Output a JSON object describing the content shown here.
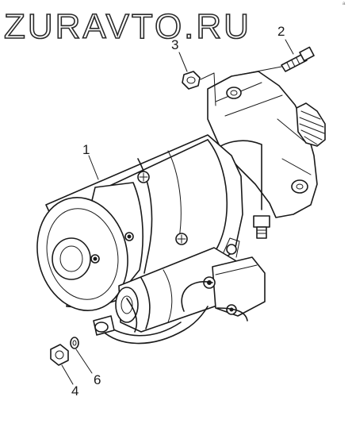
{
  "watermark": {
    "text": "ZURAVTO.RU"
  },
  "corner_mark": {
    "text": "a"
  },
  "callouts": [
    {
      "id": "callout-1",
      "label": "1"
    },
    {
      "id": "callout-2",
      "label": "2"
    },
    {
      "id": "callout-3",
      "label": "3"
    },
    {
      "id": "callout-4",
      "label": "4"
    },
    {
      "id": "callout-6",
      "label": "6"
    }
  ]
}
